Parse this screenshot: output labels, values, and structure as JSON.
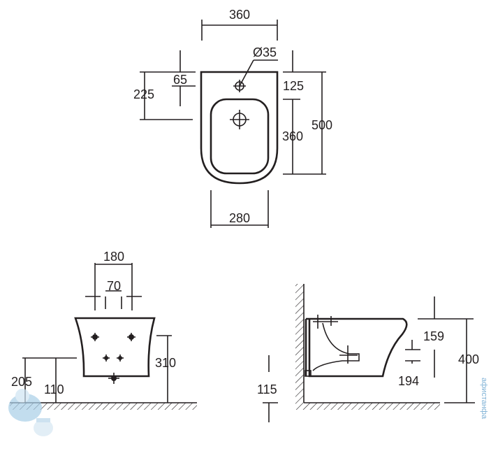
{
  "colors": {
    "line": "#231f20",
    "background": "#ffffff",
    "hatch": "#231f20",
    "watermark": "#7fb2d6"
  },
  "top_view": {
    "width_overall": "360",
    "hole_diameter": "Ø35",
    "hole_offset": "65",
    "side_offset": "225",
    "front_gap": "125",
    "bowl_length": "360",
    "length_overall": "500",
    "base_width": "280"
  },
  "front_view": {
    "mount_spacing": "180",
    "inner_spacing": "70",
    "height": "310",
    "floor_height": "205",
    "bolt_height": "110"
  },
  "side_view": {
    "rim_drop": "159",
    "rim_height": "400",
    "outlet_height": "115",
    "outlet_offset": "194"
  },
  "watermark": {
    "icon": "mascot-toilet-icon",
    "text": "афиcтанфа"
  }
}
